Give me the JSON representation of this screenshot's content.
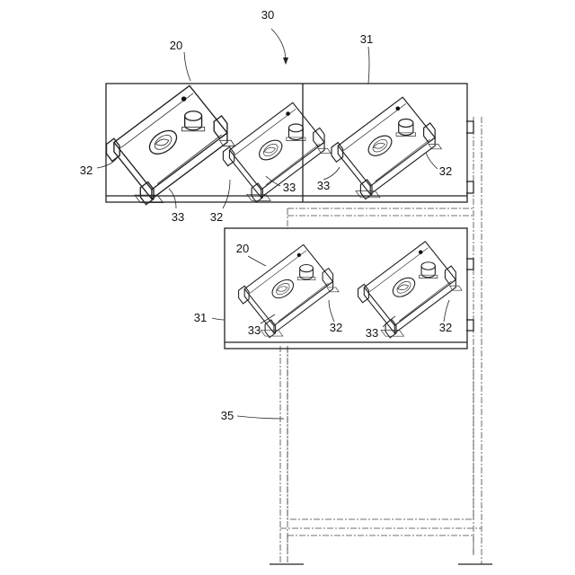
{
  "figure": {
    "labels": {
      "ref_30": "30",
      "ref_20_top": "20",
      "ref_31_top": "31",
      "ref_32_a": "32",
      "ref_33_a": "33",
      "ref_32_b": "32",
      "ref_33_b": "33",
      "ref_33_c": "33",
      "ref_32_c": "32",
      "ref_20_bottom": "20",
      "ref_31_left": "31",
      "ref_33_d": "33",
      "ref_32_d": "32",
      "ref_33_e": "33",
      "ref_32_e": "32",
      "ref_35": "35"
    }
  }
}
